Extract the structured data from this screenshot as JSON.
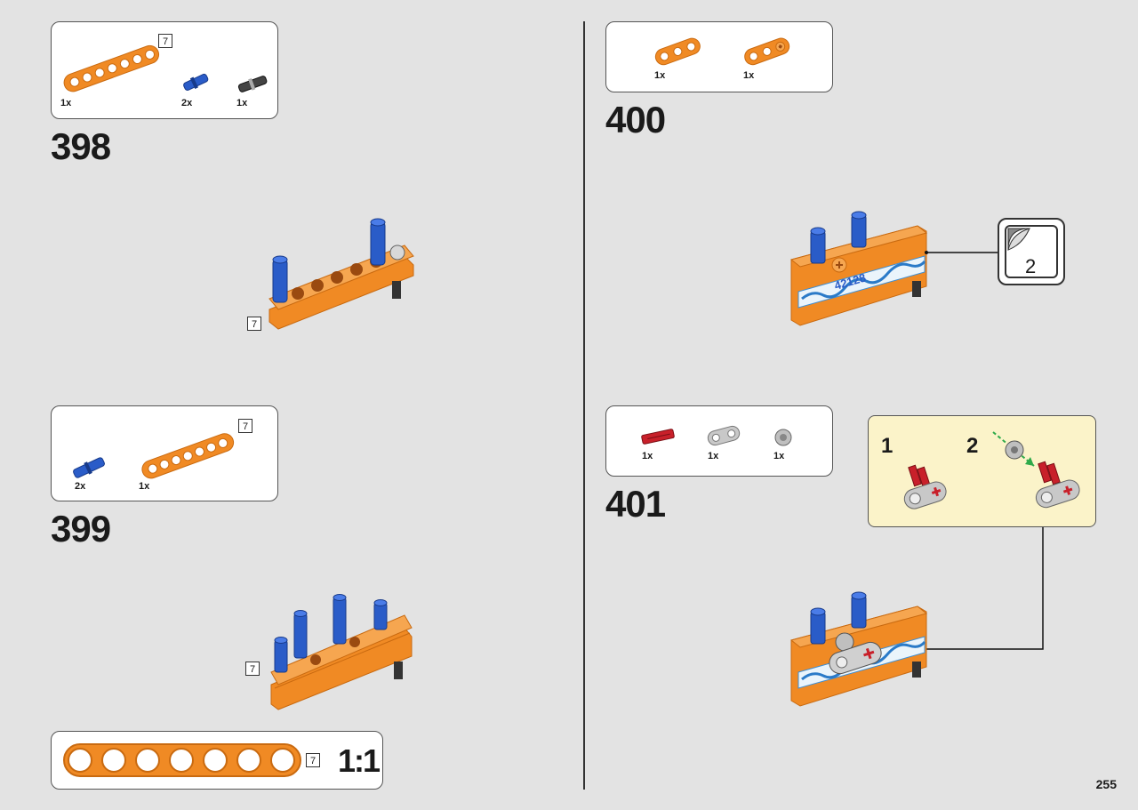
{
  "page_number": "255",
  "colors": {
    "orange": "#f08a24",
    "orange_dark": "#c96a10",
    "blue": "#2a5cc8",
    "red": "#c8202a",
    "gray": "#bfbfbf",
    "callout_bg": "#fbf3c9"
  },
  "step398": {
    "number": "398",
    "parts": [
      {
        "icon": "orange-beam-7-icon",
        "qty": "1x",
        "length": "7"
      },
      {
        "icon": "blue-pin-icon",
        "qty": "2x"
      },
      {
        "icon": "black-pin-icon",
        "qty": "1x"
      }
    ],
    "model_length": "7"
  },
  "step399": {
    "number": "399",
    "parts": [
      {
        "icon": "blue-pin-icon",
        "qty": "2x"
      },
      {
        "icon": "orange-beam-7-icon",
        "qty": "1x",
        "length": "7"
      }
    ],
    "model_length": "7"
  },
  "scale_guide": {
    "length": "7",
    "label": "1:1"
  },
  "step400": {
    "number": "400",
    "parts": [
      {
        "icon": "orange-beam-3-icon",
        "qty": "1x"
      },
      {
        "icon": "orange-beam-3-axle-icon",
        "qty": "1x"
      }
    ],
    "sticker_number": "2",
    "sticker_text": "42128"
  },
  "step401": {
    "number": "401",
    "parts": [
      {
        "icon": "red-axle-icon",
        "qty": "1x"
      },
      {
        "icon": "gray-connector-icon",
        "qty": "1x"
      },
      {
        "icon": "gray-bush-icon",
        "qty": "1x"
      }
    ],
    "callout_steps": [
      "1",
      "2"
    ]
  }
}
